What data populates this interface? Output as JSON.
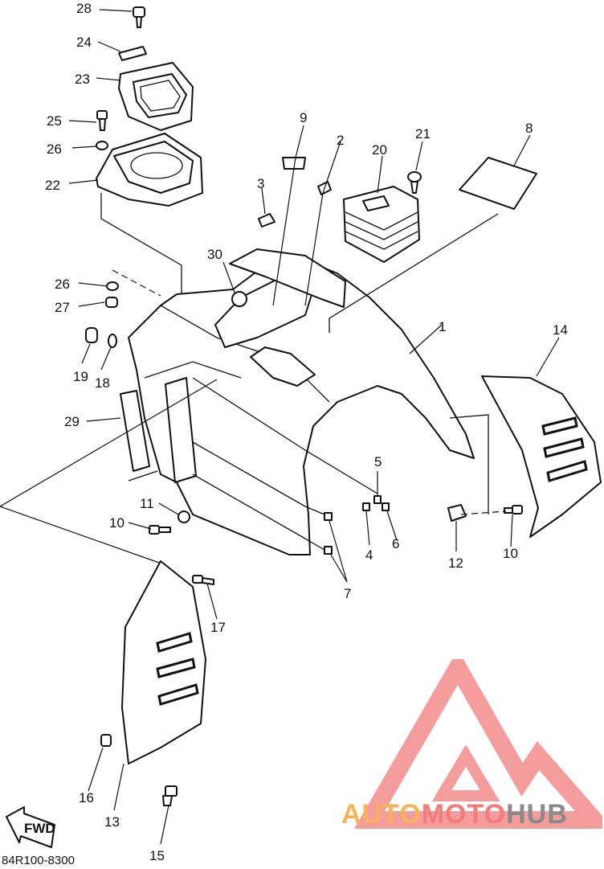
{
  "diagram": {
    "drawing_code": "84R100-8300",
    "fwd_label": "FWD",
    "callouts": [
      "28",
      "24",
      "23",
      "25",
      "26",
      "22",
      "9",
      "2",
      "20",
      "21",
      "8",
      "3",
      "30",
      "26",
      "27",
      "19",
      "18",
      "29",
      "1",
      "14",
      "5",
      "11",
      "10",
      "4",
      "6",
      "12",
      "10",
      "7",
      "17",
      "16",
      "13",
      "15"
    ]
  },
  "watermark": {
    "part1": "AUTO",
    "part2": "MOTO",
    "part3": "HUB",
    "colors": {
      "auto": "#f7b35a",
      "moto": "#f47c7c",
      "hub": "#8a8a8a",
      "logo": "#f38b8b"
    }
  }
}
